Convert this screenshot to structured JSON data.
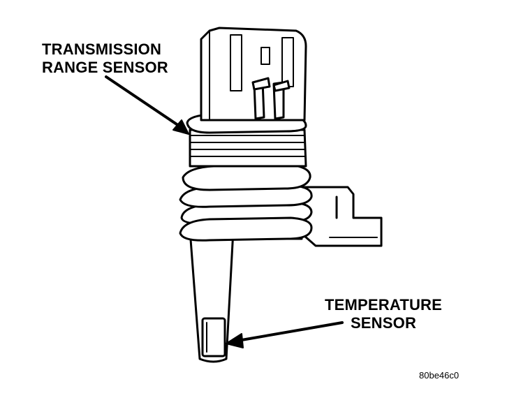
{
  "labels": {
    "transmission_range_sensor_line1": "TRANSMISSION",
    "transmission_range_sensor_line2": "RANGE SENSOR",
    "temperature_sensor_line1": "TEMPERATURE",
    "temperature_sensor_line2": "SENSOR"
  },
  "figure_id": "80be46c0",
  "colors": {
    "ink": "#000000",
    "paper": "#ffffff"
  }
}
